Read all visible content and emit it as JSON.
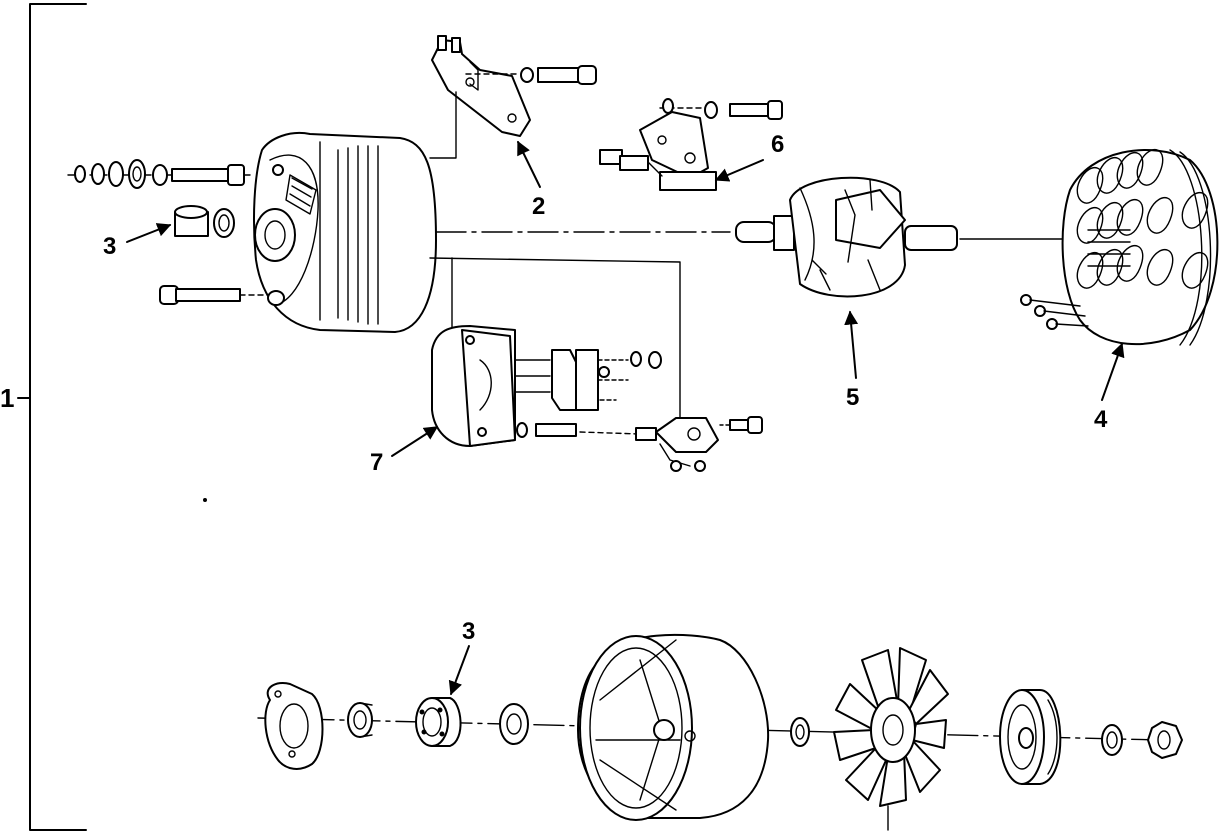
{
  "diagram": {
    "callouts": {
      "assembly": "1",
      "bracket": "2",
      "bearing_top": "3",
      "bearing_bottom": "3",
      "stator": "4",
      "rotor": "5",
      "brush_holder": "6",
      "regulator": "7"
    }
  }
}
